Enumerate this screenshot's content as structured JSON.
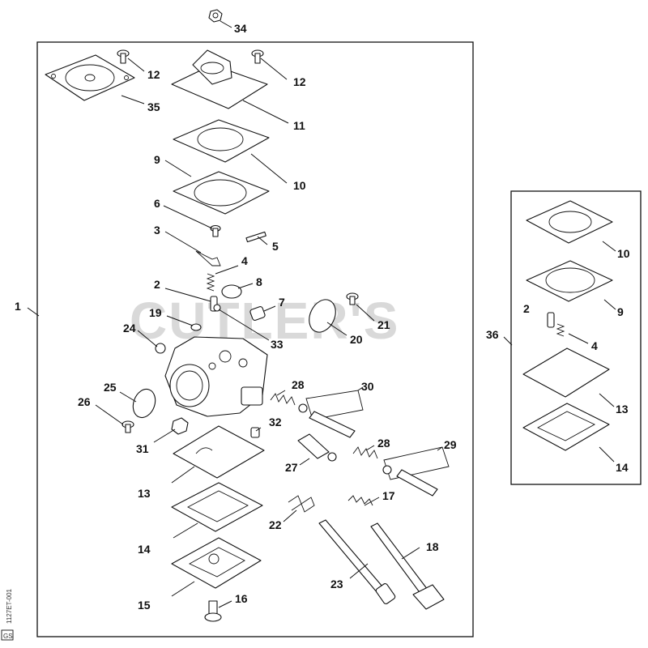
{
  "watermark": "CUTLER'S",
  "doc_code": "1127ET-001",
  "doc_code_sub": "GS",
  "callouts": {
    "c1": "1",
    "c2": "2",
    "c3": "3",
    "c4": "4",
    "c5": "5",
    "c6": "6",
    "c7": "7",
    "c8": "8",
    "c9": "9",
    "c10": "10",
    "c11": "11",
    "c12a": "12",
    "c12b": "12",
    "c13": "13",
    "c14": "14",
    "c15": "15",
    "c16": "16",
    "c17": "17",
    "c18": "18",
    "c19": "19",
    "c20": "20",
    "c21": "21",
    "c22": "22",
    "c23": "23",
    "c24": "24",
    "c25": "25",
    "c26": "26",
    "c27": "27",
    "c28a": "28",
    "c28b": "28",
    "c29": "29",
    "c30": "30",
    "c31": "31",
    "c32": "32",
    "c33": "33",
    "c34": "34",
    "c35": "35"
  },
  "kit": {
    "label": "36",
    "callouts": {
      "k10": "10",
      "k9": "9",
      "k2": "2",
      "k4": "4",
      "k13": "13",
      "k14": "14"
    }
  }
}
